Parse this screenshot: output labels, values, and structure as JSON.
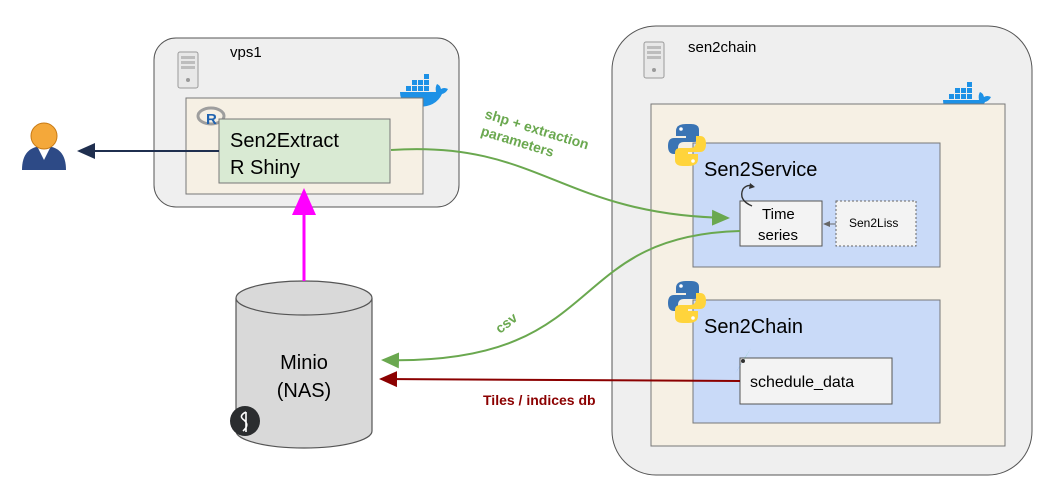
{
  "vps1": {
    "host_label": "vps1",
    "app_name_line1": "Sen2Extract",
    "app_name_line2": "R Shiny"
  },
  "sen2chain": {
    "host_label": "sen2chain",
    "service_title": "Sen2Service",
    "time_series_line1": "Time",
    "time_series_line2": "series",
    "sen2liss_label": "Sen2Liss",
    "chain_title": "Sen2Chain",
    "schedule_label": "schedule_data"
  },
  "storage": {
    "line1": "Minio",
    "line2": "(NAS)"
  },
  "edges": {
    "shp_line1": "shp + extraction",
    "shp_line2": "parameters",
    "csv_label": "csv",
    "tiles_label": "Tiles / indices db"
  },
  "colors": {
    "green_edge": "#6aa84f",
    "magenta_edge": "#ff00ff",
    "darkred_edge": "#8b0000",
    "user_edge": "#1f2f4f",
    "docker_blue": "#1d91e6",
    "python_blue": "#3a74b4",
    "python_yellow": "#ffd43b"
  },
  "icons": [
    "server-icon",
    "docker-icon",
    "r-logo-icon",
    "user-icon",
    "python-icon",
    "airflow-icon",
    "minio-icon"
  ]
}
